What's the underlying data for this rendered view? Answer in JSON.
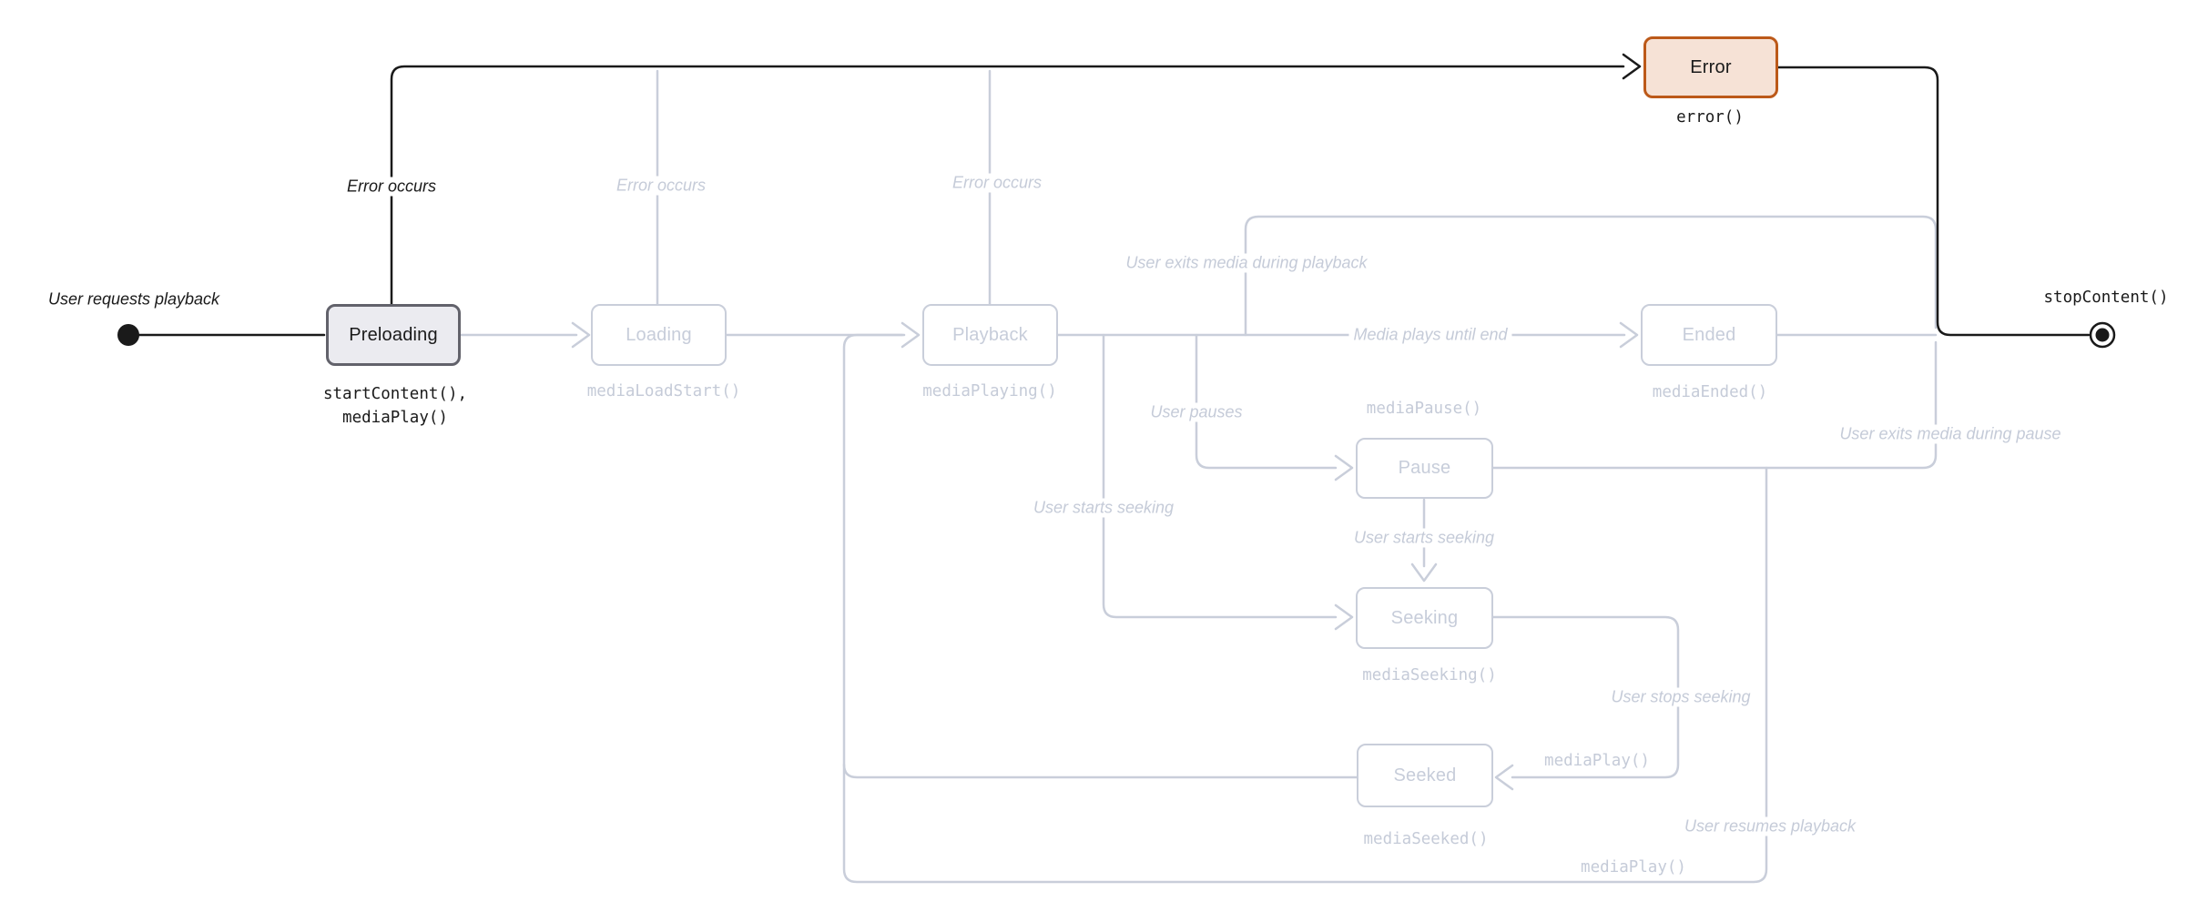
{
  "diagram_type": "state-machine",
  "colors": {
    "background": "#FFFFFF",
    "inactive_stroke": "#C9CEDA",
    "inactive_text": "#C5CBD8",
    "active_stroke": "#1A1A1A",
    "active_state_border": "#62626B",
    "active_state_fill": "#EBEBF0",
    "error_state_border": "#BC5919",
    "error_state_fill": "#F6E2D6"
  },
  "states": [
    {
      "id": "preloading",
      "label": "Preloading",
      "note_line1": "startContent(),",
      "note_line2": "mediaPlay()",
      "emphasis": "active"
    },
    {
      "id": "loading",
      "label": "Loading",
      "note": "mediaLoadStart()",
      "emphasis": "inactive"
    },
    {
      "id": "playback",
      "label": "Playback",
      "note": "mediaPlaying()",
      "emphasis": "inactive"
    },
    {
      "id": "ended",
      "label": "Ended",
      "note": "mediaEnded()",
      "emphasis": "inactive"
    },
    {
      "id": "error",
      "label": "Error",
      "note": "error()",
      "emphasis": "error"
    },
    {
      "id": "pause",
      "label": "Pause",
      "note": "mediaPause()",
      "emphasis": "inactive"
    },
    {
      "id": "seeking",
      "label": "Seeking",
      "note": "mediaSeeking()",
      "emphasis": "inactive"
    },
    {
      "id": "seeked",
      "label": "Seeked",
      "note": "mediaSeeked()",
      "emphasis": "inactive"
    }
  ],
  "end_node": {
    "note": "stopContent()"
  },
  "edges": {
    "start_to_preloading": {
      "label": "User requests playback"
    },
    "preloading_to_error": {
      "label": "Error occurs"
    },
    "loading_to_error": {
      "label": "Error occurs"
    },
    "playback_to_error": {
      "label": "Error occurs"
    },
    "playback_to_ended": {
      "label": "Media plays until end"
    },
    "playback_to_end_node": {
      "label": "User exits media during playback"
    },
    "playback_to_pause": {
      "label": "User pauses"
    },
    "playback_to_seeking": {
      "label": "User starts seeking"
    },
    "pause_to_seeking": {
      "label": "User starts seeking"
    },
    "seeking_to_seeked": {
      "label": "User stops seeking",
      "event": "mediaPlay()"
    },
    "pause_to_end_node": {
      "label": "User exits media during pause"
    },
    "pause_to_playback": {
      "label": "User resumes playback",
      "event": "mediaPlay()"
    }
  }
}
